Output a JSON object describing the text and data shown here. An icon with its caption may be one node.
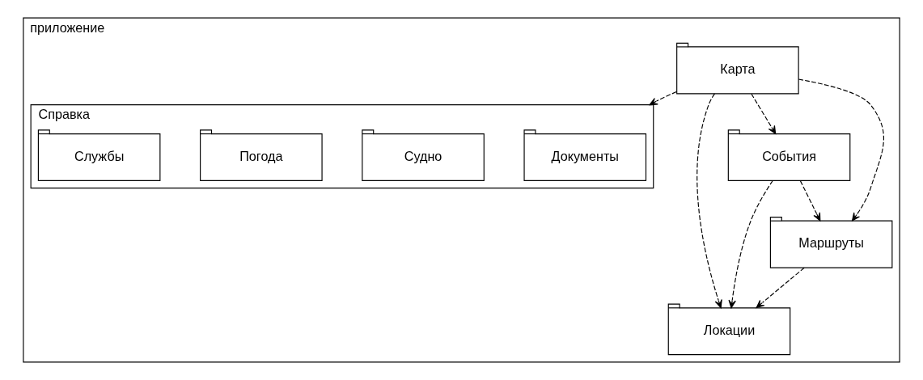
{
  "diagram": {
    "nodes": [
      {
        "text": [
          "приложение"
        ]
      },
      {
        "text": [
          "Справка"
        ],
        "in": 0
      },
      {
        "text": [
          "Документы"
        ],
        "in": 1
      },
      {
        "text": [
          "Судно"
        ],
        "in": 1
      },
      {
        "text": [
          "Погода"
        ],
        "in": 1
      },
      {
        "text": [
          "Службы"
        ],
        "in": 1
      },
      {
        "text": [
          "Карта"
        ],
        "in": 0
      },
      {
        "text": [
          "События"
        ],
        "in": 0
      },
      {
        "text": [
          "Локации"
        ],
        "in": 0
      },
      {
        "text": [
          "Маршруты"
        ],
        "in": 0
      }
    ],
    "edges": [
      {
        "from": 6,
        "to": 1,
        "arrow": "to",
        "style": "dashed"
      },
      {
        "from": 6,
        "to": 7,
        "arrow": "to",
        "style": "dashed"
      },
      {
        "from": 6,
        "to": 8,
        "arrow": "to",
        "style": "dashed"
      },
      {
        "from": 6,
        "to": 9,
        "arrow": "to",
        "style": "dashed"
      },
      {
        "from": 7,
        "to": 8,
        "arrow": "to",
        "style": "dashed"
      },
      {
        "from": 7,
        "to": 9,
        "arrow": "to",
        "style": "dashed"
      },
      {
        "from": 9,
        "to": 8,
        "arrow": "to",
        "style": "dashed"
      }
    ]
  }
}
